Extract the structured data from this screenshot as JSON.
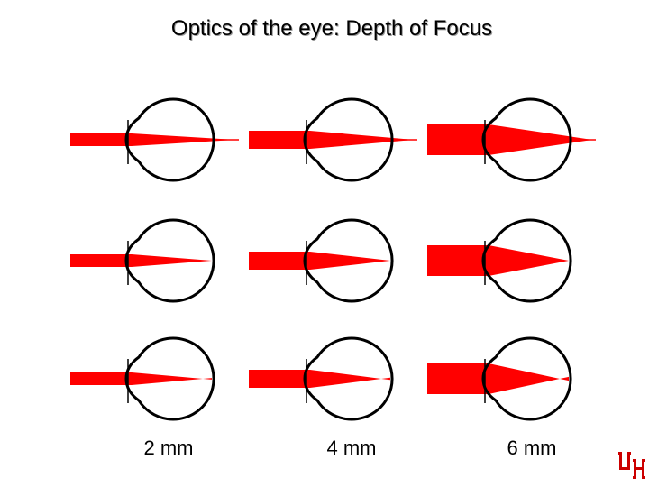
{
  "slide": {
    "title": "Optics of the eye: Depth of Focus",
    "columns": [
      {
        "label": "2 mm",
        "pupil_mm": 2
      },
      {
        "label": "4 mm",
        "pupil_mm": 4
      },
      {
        "label": "6 mm",
        "pupil_mm": 6
      }
    ],
    "rows": [
      {
        "focus": "behind-retina"
      },
      {
        "focus": "on-retina"
      },
      {
        "focus": "in-front-of-retina"
      }
    ],
    "colors": {
      "beam": "#ff0000",
      "eye_outline": "#000000",
      "logo": "#cc0000"
    },
    "logo_icon": "university-logo"
  }
}
